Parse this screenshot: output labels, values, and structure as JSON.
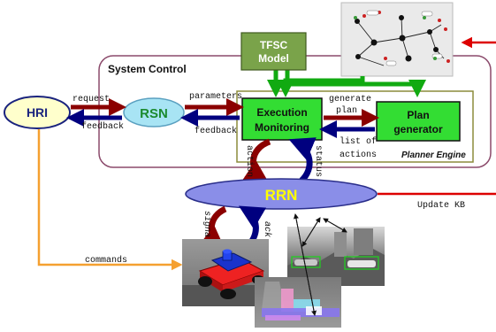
{
  "nodes": {
    "hri": "HRI",
    "rsn": "RSN",
    "rrn": "RRN",
    "tfsc_line1": "TFSC",
    "tfsc_line2": "Model",
    "exec_line1": "Execution",
    "exec_line2": "Monitoring",
    "plan_line1": "Plan",
    "plan_line2": "generator"
  },
  "regions": {
    "system_control": "System Control",
    "planner_engine": "Planner Engine"
  },
  "edges": {
    "request": "request",
    "feedback_left": "feedback",
    "parameters": "parameters",
    "feedback_right": "feedback",
    "generate": "generate",
    "plan": "plan",
    "list_of": "list of",
    "actions": "actions",
    "action": "action",
    "status": "status",
    "signal": "signal",
    "ack": "ack",
    "commands": "commands",
    "update_kb": "Update KB"
  },
  "colors": {
    "hri_fill": "#ffffcc",
    "hri_stroke": "#1a237e",
    "rsn_fill": "#a8e4f4",
    "rsn_text": "#1b8a2e",
    "rrn_fill": "#8a8ee8",
    "rrn_text": "#ffff00",
    "green_box": "#33dd33",
    "tfsc_fill": "#7aa34a",
    "dark_red": "#8b0000",
    "navy": "#00007f",
    "green_arrow": "#11aa11",
    "orange": "#f5a030",
    "red": "#dd0000",
    "system_control_border": "#8b4a6b",
    "planner_border": "#8c8c3c"
  }
}
